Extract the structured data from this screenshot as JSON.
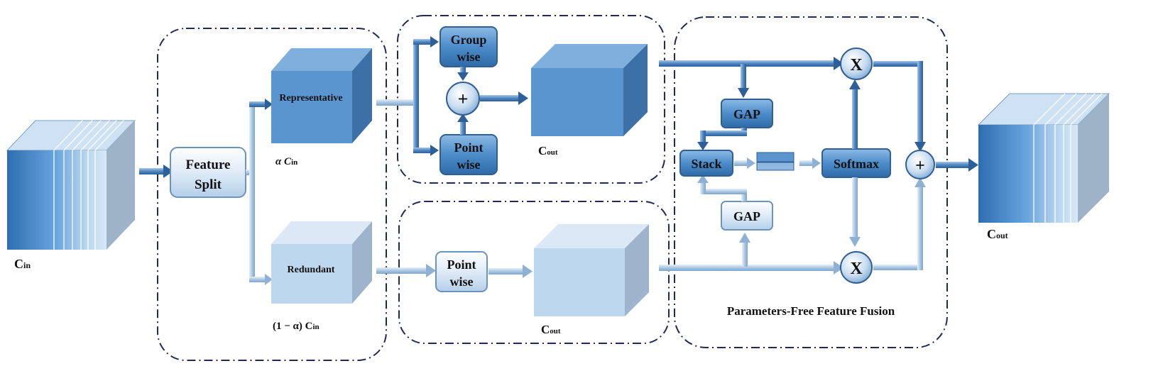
{
  "input": {
    "label_main": "C",
    "label_sub": "in"
  },
  "feature_split": {
    "line1": "Feature",
    "line2": "Split"
  },
  "representative": {
    "label": "Representative",
    "caption_prefix": "α C",
    "caption_sub": "in"
  },
  "redundant": {
    "label": "Redundant",
    "caption_prefix": "(1 − α) C",
    "caption_sub": "in"
  },
  "group_wise": {
    "line1": "Group",
    "line2": "wise"
  },
  "point_wise_top": {
    "line1": "Point",
    "line2": "wise"
  },
  "point_wise_bottom": {
    "line1": "Point",
    "line2": "wise"
  },
  "plus_symbol": "+",
  "multiply_symbol": "X",
  "cout_top": {
    "label_main": "C",
    "label_sub": "out"
  },
  "cout_bottom": {
    "label_main": "C",
    "label_sub": "out"
  },
  "cout_final": {
    "label_main": "C",
    "label_sub": "out"
  },
  "gap_top": "GAP",
  "gap_bottom": "GAP",
  "stack": "Stack",
  "softmax": "Softmax",
  "fusion_title": "Parameters-Free Feature Fusion",
  "colors": {
    "dark_blue": "#3f7fbf",
    "mid_blue": "#5b9bd5",
    "light_blue": "#bdd7ee",
    "frame": "#1f2a5a"
  }
}
